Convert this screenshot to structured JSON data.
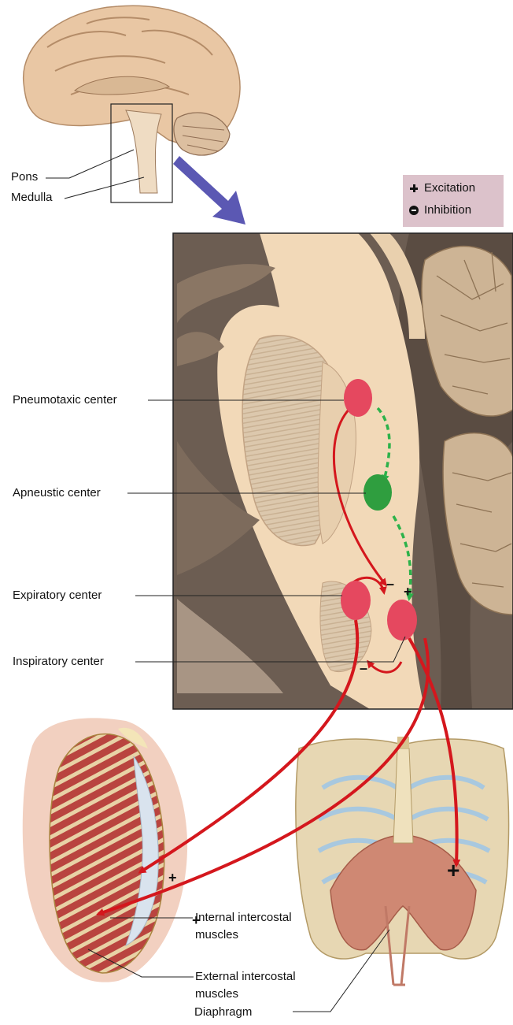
{
  "labels": {
    "pons": "Pons",
    "medulla": "Medulla",
    "pneumotaxic": "Pneumotaxic center",
    "apneustic": "Apneustic center",
    "expiratory": "Expiratory center",
    "inspiratory": "Inspiratory center",
    "internal_1": "Internal intercostal",
    "internal_2": "muscles",
    "external_1": "External intercostal",
    "external_2": "muscles",
    "diaphragm": "Diaphragm"
  },
  "legend": {
    "excitation": "Excitation",
    "inhibition": "Inhibition",
    "plus_icon": "plus-icon",
    "minus_icon": "minus-icon"
  },
  "signs": {
    "plus": "+",
    "minus": "–"
  },
  "colors": {
    "inhibitory_center": "#e5485f",
    "excitatory_center": "#2f9e3f",
    "red_pathway": "#d4171d",
    "green_pathway": "#2cb24a",
    "legend_bg": "#dcc2cb",
    "big_arrow": "#5b58b3"
  }
}
